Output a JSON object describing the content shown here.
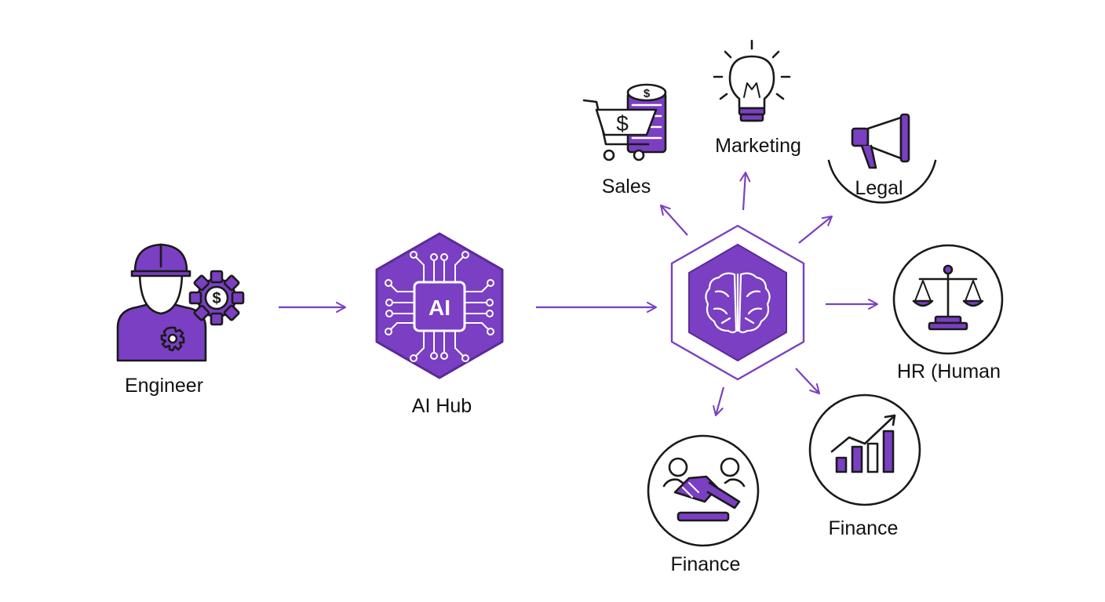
{
  "colors": {
    "accent": "#7a3fc2",
    "accent_dark": "#5b2a99",
    "outline": "#1a1a1a"
  },
  "nodes": {
    "engineer": {
      "label": "Engineer",
      "icon": "engineer-icon"
    },
    "ai_hub": {
      "label": "AI Hub",
      "chip_text": "AI",
      "icon": "ai-chip-icon"
    },
    "brain_hub": {
      "label": "",
      "icon": "brain-icon"
    },
    "sales": {
      "label": "Sales",
      "icon": "shopping-cart-icon"
    },
    "marketing": {
      "label": "Marketing",
      "icon": "lightbulb-icon"
    },
    "legal": {
      "label": "Legal",
      "icon": "megaphone-icon"
    },
    "hr": {
      "label": "HR (Human",
      "icon": "scales-icon"
    },
    "finance_chart": {
      "label": "Finance",
      "icon": "bar-chart-icon"
    },
    "finance_handshake": {
      "label": "Finance",
      "icon": "handshake-icon"
    }
  }
}
